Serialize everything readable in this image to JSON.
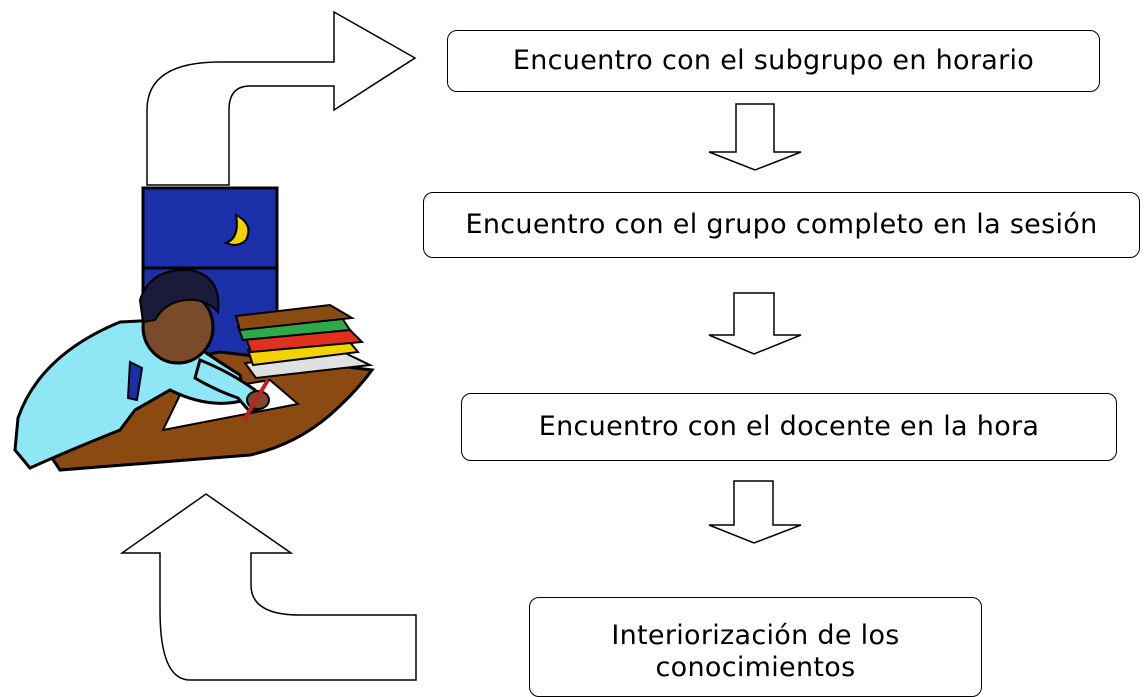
{
  "steps": [
    {
      "label": "Encuentro con el subgrupo en horario"
    },
    {
      "label": "Encuentro con el grupo completo en la sesión"
    },
    {
      "label": "Encuentro con el docente en la hora"
    },
    {
      "label": "Interiorización de los\nconocimientos"
    }
  ],
  "illustration": {
    "name": "student-writing-at-desk"
  },
  "colors": {
    "stroke": "#000000",
    "box_fill": "#ffffff",
    "board": "#1b2fa8",
    "moon": "#f2d200",
    "desk": "#8b4a12",
    "shirt": "#8fe6f5",
    "skin": "#7a4a2a",
    "hair": "#1a1a3a"
  }
}
